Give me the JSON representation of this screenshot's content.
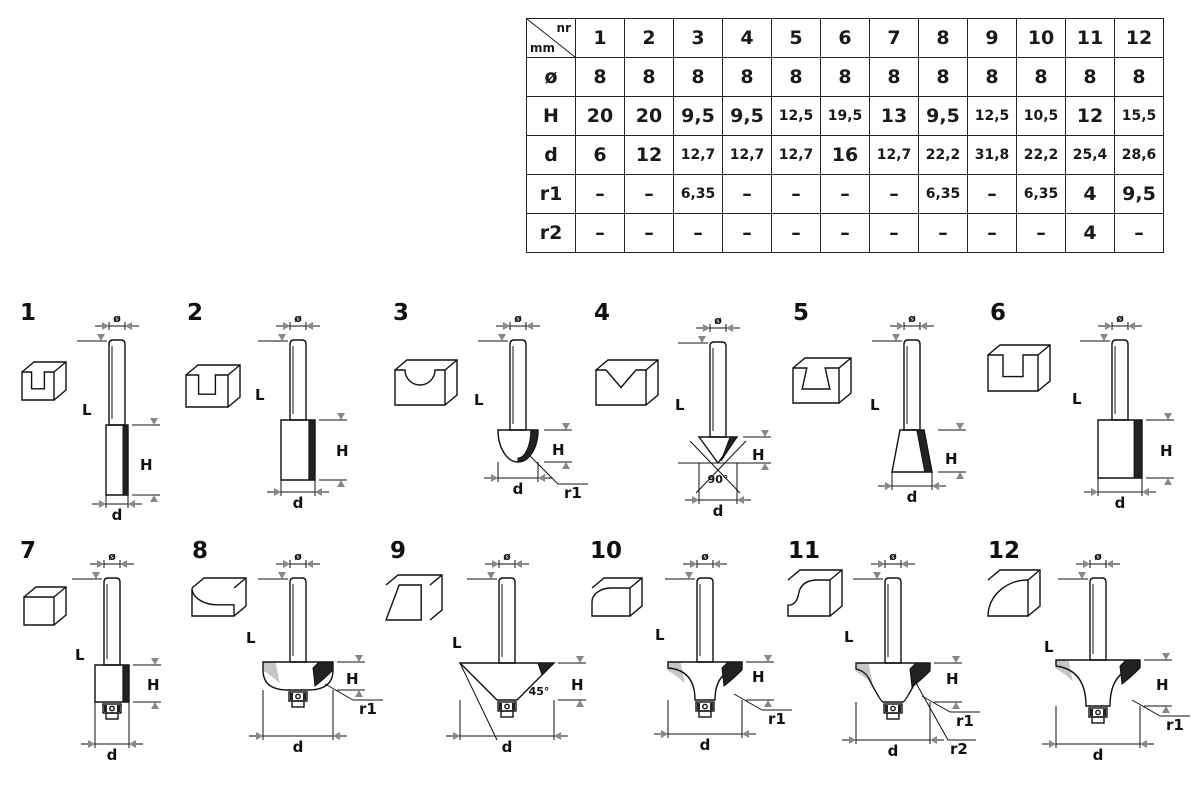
{
  "table": {
    "corner_top": "nr",
    "corner_bottom": "mm",
    "columns": [
      "1",
      "2",
      "3",
      "4",
      "5",
      "6",
      "7",
      "8",
      "9",
      "10",
      "11",
      "12"
    ],
    "rows": [
      {
        "label": "ø",
        "values": [
          "8",
          "8",
          "8",
          "8",
          "8",
          "8",
          "8",
          "8",
          "8",
          "8",
          "8",
          "8"
        ]
      },
      {
        "label": "H",
        "values": [
          "20",
          "20",
          "9,5",
          "9,5",
          "12,5",
          "19,5",
          "13",
          "9,5",
          "12,5",
          "10,5",
          "12",
          "15,5"
        ]
      },
      {
        "label": "d",
        "values": [
          "6",
          "12",
          "12,7",
          "12,7",
          "12,7",
          "16",
          "12,7",
          "22,2",
          "31,8",
          "22,2",
          "25,4",
          "28,6"
        ]
      },
      {
        "label": "r1",
        "values": [
          "–",
          "–",
          "6,35",
          "–",
          "–",
          "–",
          "–",
          "6,35",
          "–",
          "6,35",
          "4",
          "9,5"
        ]
      },
      {
        "label": "r2",
        "values": [
          "–",
          "–",
          "–",
          "–",
          "–",
          "–",
          "–",
          "–",
          "–",
          "–",
          "4",
          "–"
        ]
      }
    ]
  },
  "bits": [
    {
      "number": "1",
      "profile": "straight-narrow",
      "labels": {
        "dia": "ø",
        "L": "L",
        "H": "H",
        "d": "d"
      }
    },
    {
      "number": "2",
      "profile": "straight",
      "labels": {
        "dia": "ø",
        "L": "L",
        "H": "H",
        "d": "d"
      }
    },
    {
      "number": "3",
      "profile": "core-box",
      "labels": {
        "dia": "ø",
        "L": "L",
        "H": "H",
        "d": "d",
        "r1": "r1"
      }
    },
    {
      "number": "4",
      "profile": "v-groove",
      "labels": {
        "dia": "ø",
        "L": "L",
        "H": "H",
        "d": "d",
        "angle": "90°"
      }
    },
    {
      "number": "5",
      "profile": "dovetail",
      "labels": {
        "dia": "ø",
        "L": "L",
        "H": "H",
        "d": "d"
      }
    },
    {
      "number": "6",
      "profile": "straight-wide",
      "labels": {
        "dia": "ø",
        "L": "L",
        "H": "H",
        "d": "d"
      }
    },
    {
      "number": "7",
      "profile": "flush-trim",
      "labels": {
        "dia": "ø",
        "L": "L",
        "H": "H",
        "d": "d"
      }
    },
    {
      "number": "8",
      "profile": "cove",
      "labels": {
        "dia": "ø",
        "L": "L",
        "H": "H",
        "d": "d",
        "r1": "r1"
      }
    },
    {
      "number": "9",
      "profile": "chamfer",
      "labels": {
        "dia": "ø",
        "L": "L",
        "H": "H",
        "d": "d",
        "angle": "45°"
      }
    },
    {
      "number": "10",
      "profile": "round-over",
      "labels": {
        "dia": "ø",
        "L": "L",
        "H": "H",
        "d": "d",
        "r1": "r1"
      }
    },
    {
      "number": "11",
      "profile": "ogee",
      "labels": {
        "dia": "ø",
        "L": "L",
        "H": "H",
        "d": "d",
        "r1": "r1",
        "r2": "r2"
      }
    },
    {
      "number": "12",
      "profile": "round-over-large",
      "labels": {
        "dia": "ø",
        "L": "L",
        "H": "H",
        "d": "d",
        "r1": "r1"
      }
    }
  ],
  "colors": {
    "ink": "#111111",
    "carbide": "#222222",
    "arrow": "#888888"
  }
}
